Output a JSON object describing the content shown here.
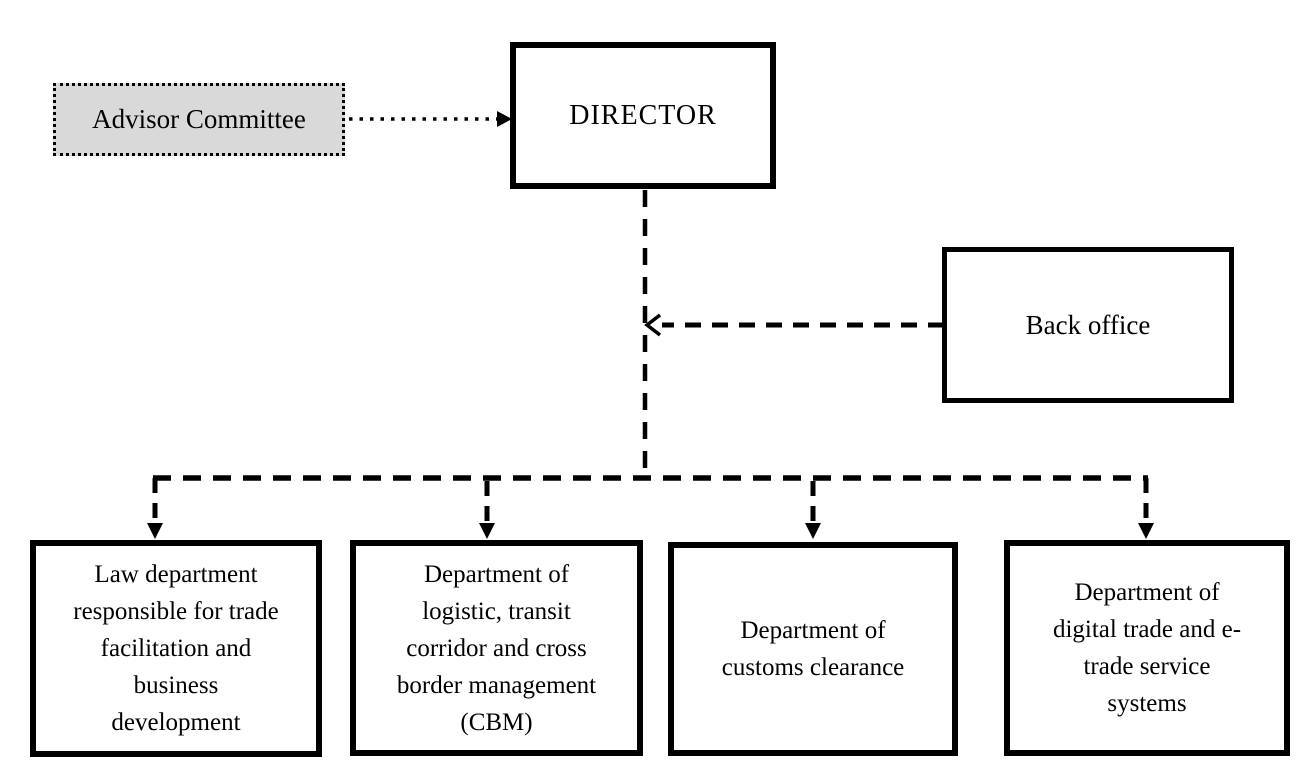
{
  "org_chart": {
    "nodes": {
      "advisor_committee": {
        "label": "Advisor Committee"
      },
      "director": {
        "label": "DIRECTOR"
      },
      "back_office": {
        "label": "Back office"
      },
      "dept_law": {
        "label": "Law department\nresponsible for trade\nfacilitation and\nbusiness\ndevelopment"
      },
      "dept_logistics": {
        "label": "Department of\nlogistic, transit\ncorridor and cross\nborder management\n(CBM)"
      },
      "dept_customs": {
        "label": "Department of\ncustoms clearance"
      },
      "dept_digital": {
        "label": "Department of\ndigital trade and e-\ntrade service\nsystems"
      }
    },
    "edges": [
      {
        "from": "advisor_committee",
        "to": "director",
        "style": "dotted",
        "arrow": "into-director"
      },
      {
        "from": "back_office",
        "to": "director",
        "style": "dashed",
        "arrow": "into-director-stem"
      },
      {
        "from": "director",
        "to": "dept_law",
        "style": "dashed",
        "arrow": "down"
      },
      {
        "from": "director",
        "to": "dept_logistics",
        "style": "dashed",
        "arrow": "down"
      },
      {
        "from": "director",
        "to": "dept_customs",
        "style": "dashed",
        "arrow": "down"
      },
      {
        "from": "director",
        "to": "dept_digital",
        "style": "dashed",
        "arrow": "down"
      }
    ],
    "colors": {
      "line": "#000000",
      "advisor_fill": "#d9d9d9",
      "node_fill": "#ffffff",
      "background": "#ffffff"
    }
  }
}
